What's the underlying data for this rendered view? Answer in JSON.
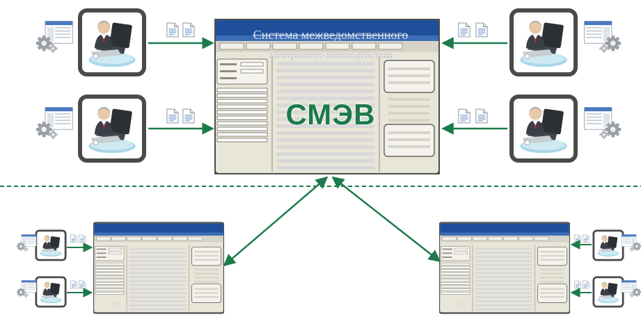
{
  "central_system": {
    "title": "Система межведомственного",
    "subtitle": "электронного взаимодействия",
    "acronym": "СМЭВ"
  },
  "regional_systems": {
    "left_fragment": "вз",
    "right_fragment": "вз"
  },
  "colors": {
    "connector": "#1d7a4a",
    "separator": "#1d7a4a",
    "screen_header": "#1f4f9a",
    "screen_body": "#e7e4d8",
    "frame_border": "#555555"
  },
  "icons": {
    "workstation": "operator-at-computer-icon",
    "document": "document-icon",
    "service": "gear-window-icon"
  }
}
